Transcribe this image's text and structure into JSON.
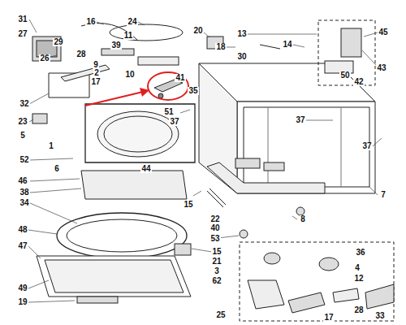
{
  "diagram": {
    "labels": [
      "31",
      "16",
      "24",
      "20",
      "13",
      "45",
      "27",
      "29",
      "39",
      "11",
      "18",
      "14",
      "30",
      "26",
      "28",
      "9",
      "43",
      "2",
      "10",
      "50",
      "41",
      "17",
      "42",
      "35",
      "32",
      "51",
      "37",
      "37",
      "23",
      "5",
      "1",
      "37",
      "52",
      "44",
      "6",
      "46",
      "38",
      "7",
      "15",
      "34",
      "22",
      "8",
      "40",
      "48",
      "53",
      "47",
      "36",
      "15",
      "21",
      "4",
      "3",
      "12",
      "62",
      "49",
      "25",
      "28",
      "19",
      "33",
      "17"
    ]
  }
}
